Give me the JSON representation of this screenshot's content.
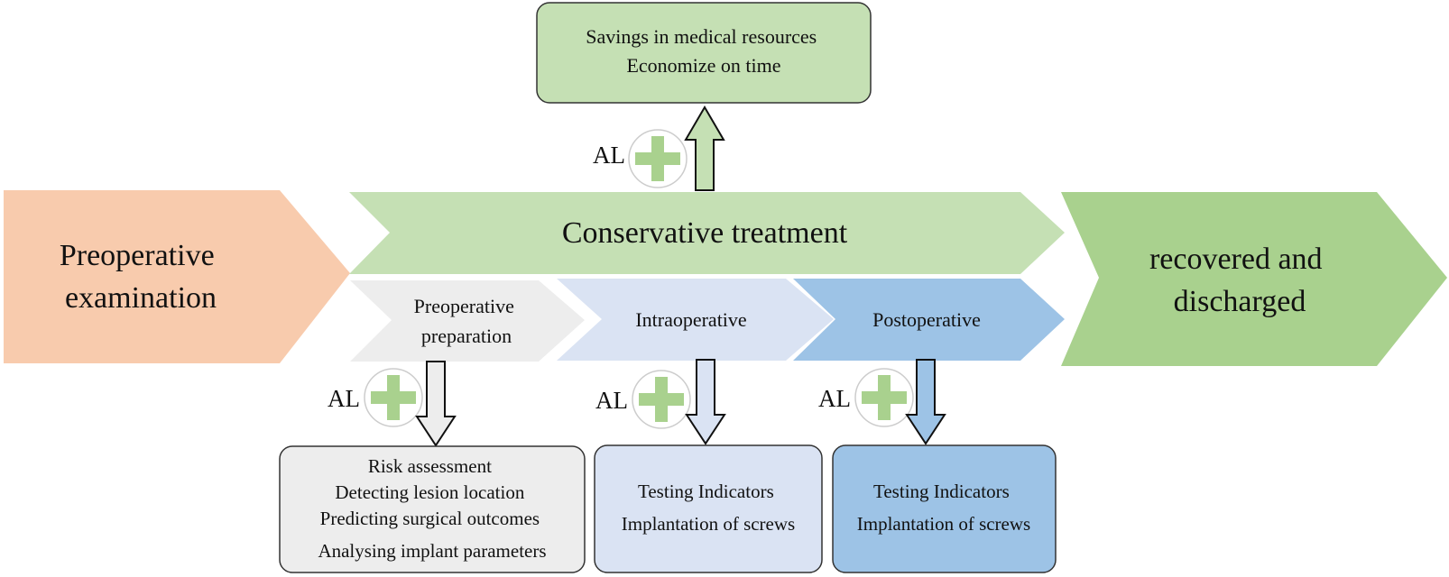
{
  "stages": {
    "preoperative_examination": [
      "Preoperative",
      "examination"
    ],
    "conservative_treatment": "Conservative treatment",
    "recovered_and_discharged": [
      "recovered and",
      "discharged"
    ]
  },
  "phases": {
    "preoperative_preparation": [
      "Preoperative",
      "preparation"
    ],
    "intraoperative": "Intraoperative",
    "postoperative": "Postoperative"
  },
  "al_label": "AL",
  "outcome_boxes": {
    "conservative": [
      "Savings in medical resources",
      "Economize on time"
    ],
    "preparation": [
      "Risk assessment",
      "Detecting lesion location",
      "Predicting surgical outcomes",
      "Analysing implant parameters"
    ],
    "intraoperative": [
      "Testing Indicators",
      "Implantation of screws"
    ],
    "postoperative": [
      "Testing Indicators",
      "Implantation of screws"
    ]
  },
  "colors": {
    "peach": "#f8cbad",
    "light_green": "#c5e0b4",
    "mid_green": "#a9d18e",
    "light_gray": "#ededed",
    "lavender": "#dae3f3",
    "steel_blue": "#9dc3e6",
    "plus_green": "#a9d18e"
  },
  "icons": [
    "plus-circle-icon",
    "up-arrow-icon",
    "down-arrow-icon"
  ]
}
